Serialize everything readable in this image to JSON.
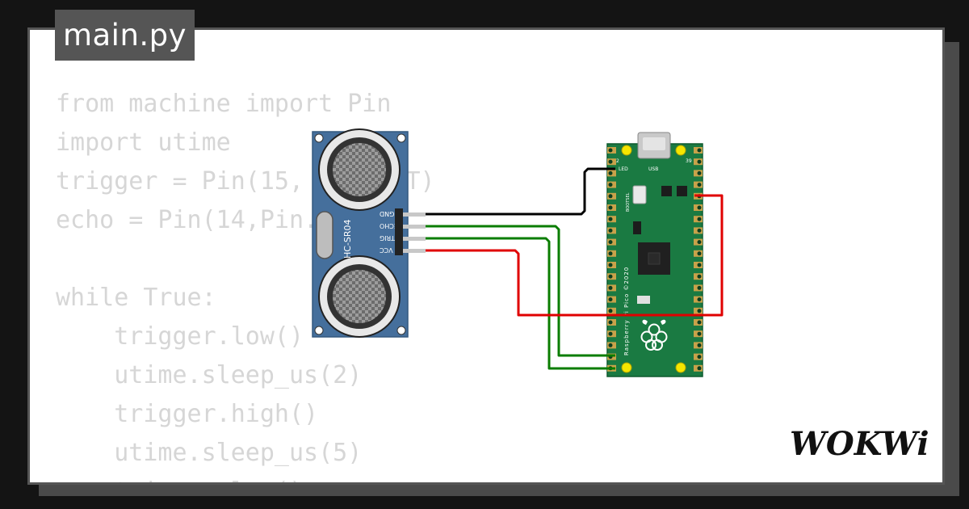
{
  "editor": {
    "file_tab": "main.py",
    "code_lines": [
      "from machine import Pin",
      "import utime",
      "trigger = Pin(15, Pin.OUT)",
      "echo = Pin(14,Pin.IN)",
      "",
      "while True:",
      "    trigger.low()",
      "    utime.sleep_us(2)",
      "    trigger.high()",
      "    utime.sleep_us(5)",
      "    trigger.low()"
    ]
  },
  "sensor": {
    "name": "HC-SR04",
    "pins": [
      "GND",
      "ECHO",
      "TRIG",
      "VCC"
    ]
  },
  "board": {
    "usb_label": "USB",
    "led_label": "LED",
    "bootsel_label": "BOOTSEL",
    "pin_num_2": "2",
    "pin_num_39": "39",
    "side_label": "Raspberry Pi Pico ©2020"
  },
  "wires": {
    "gnd_color": "#000000",
    "signal_color": "#0a7d00",
    "power_color": "#e00000"
  },
  "brand": {
    "logo": "WOKWi"
  },
  "colors": {
    "page_bg": "#141414",
    "card_border": "#555555",
    "tab_bg": "#555555",
    "code_text": "#d6d6d6",
    "sensor_blue": "#456f9c",
    "board_green": "#1a7a42"
  }
}
